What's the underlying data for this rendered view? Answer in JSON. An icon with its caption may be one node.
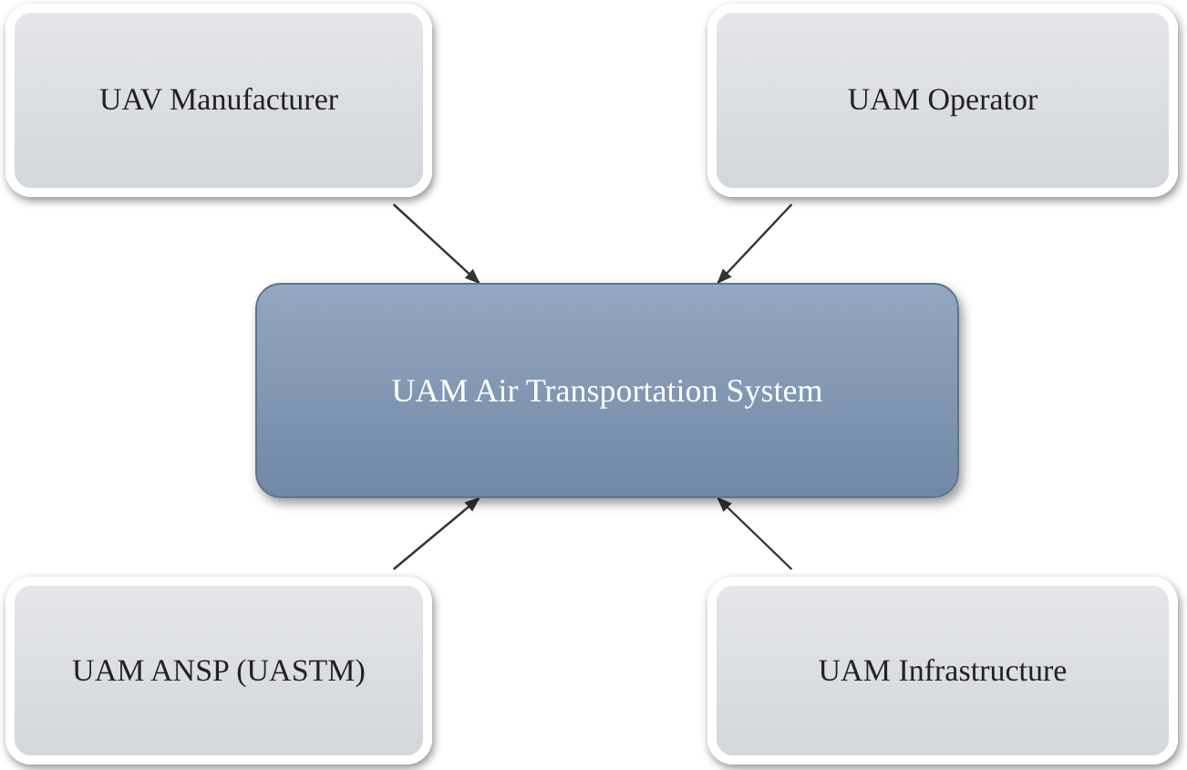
{
  "diagram": {
    "nodes": [
      {
        "text": [
          "UAV Manufacturer"
        ]
      },
      {
        "text": [
          "UAM Operator"
        ]
      },
      {
        "text": [
          "UAM Air Transportation System"
        ]
      },
      {
        "text": [
          "UAM ANSP (UASTM)"
        ]
      },
      {
        "text": [
          "UAM Infrastructure"
        ]
      }
    ],
    "edges": [
      {
        "from": 0,
        "to": 2,
        "arrow": "to"
      },
      {
        "from": 1,
        "to": 2,
        "arrow": "to"
      },
      {
        "from": 3,
        "to": 2,
        "arrow": "to"
      },
      {
        "from": 4,
        "to": 2,
        "arrow": "to"
      }
    ]
  }
}
